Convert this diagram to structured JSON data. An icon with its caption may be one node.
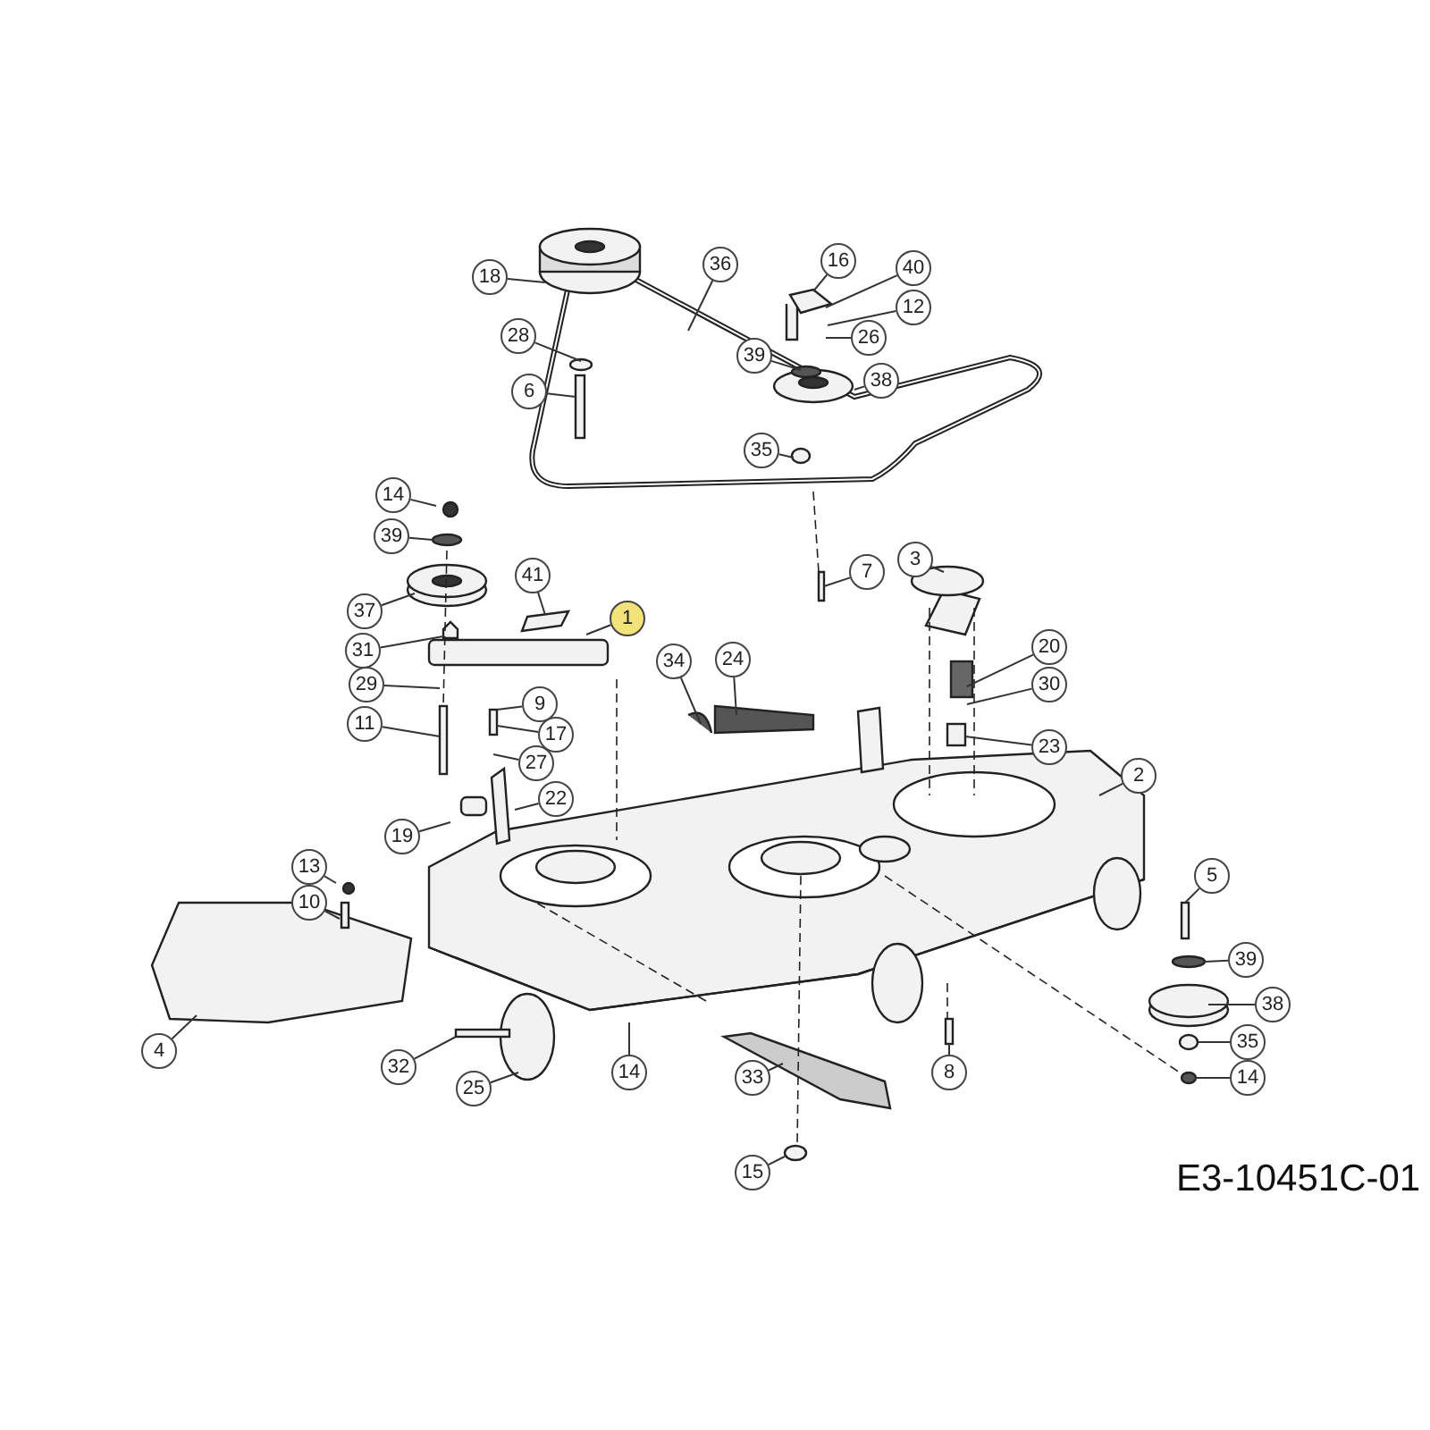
{
  "diagram": {
    "nodes": [
      {
        "text": [
          "18"
        ]
      },
      {
        "text": [
          "36"
        ]
      },
      {
        "text": [
          "16"
        ]
      },
      {
        "text": [
          "40"
        ]
      },
      {
        "text": [
          "12"
        ]
      },
      {
        "text": [
          "28"
        ]
      },
      {
        "text": [
          "26"
        ]
      },
      {
        "text": [
          "39"
        ]
      },
      {
        "text": [
          "38"
        ]
      },
      {
        "text": [
          "6"
        ]
      },
      {
        "text": [
          "35"
        ]
      },
      {
        "text": [
          "14"
        ]
      },
      {
        "text": [
          "39"
        ]
      },
      {
        "text": [
          "7"
        ]
      },
      {
        "text": [
          "3"
        ]
      },
      {
        "text": [
          "37"
        ]
      },
      {
        "text": [
          "41"
        ]
      },
      {
        "text": [
          "1"
        ]
      },
      {
        "text": [
          "31"
        ]
      },
      {
        "text": [
          "20"
        ]
      },
      {
        "text": [
          "34"
        ]
      },
      {
        "text": [
          "24"
        ]
      },
      {
        "text": [
          "30"
        ]
      },
      {
        "text": [
          "29"
        ]
      },
      {
        "text": [
          "9"
        ]
      },
      {
        "text": [
          "11"
        ]
      },
      {
        "text": [
          "17"
        ]
      },
      {
        "text": [
          "23"
        ]
      },
      {
        "text": [
          "27"
        ]
      },
      {
        "text": [
          "22"
        ]
      },
      {
        "text": [
          "2"
        ]
      },
      {
        "text": [
          "19"
        ]
      },
      {
        "text": [
          "13"
        ]
      },
      {
        "text": [
          "5"
        ]
      },
      {
        "text": [
          "10"
        ]
      },
      {
        "text": [
          "39"
        ]
      },
      {
        "text": [
          "38"
        ]
      },
      {
        "text": [
          "35"
        ]
      },
      {
        "text": [
          "4"
        ]
      },
      {
        "text": [
          "32"
        ]
      },
      {
        "text": [
          "14"
        ]
      },
      {
        "text": [
          "33"
        ]
      },
      {
        "text": [
          "8"
        ]
      },
      {
        "text": [
          "14"
        ]
      },
      {
        "text": [
          "25"
        ]
      },
      {
        "text": [
          "15"
        ]
      }
    ],
    "edges": [
      {
        "from": 0,
        "to": null,
        "arrow": "none"
      },
      {
        "from": 1,
        "to": null,
        "arrow": "none"
      },
      {
        "from": 2,
        "to": null,
        "arrow": "none"
      },
      {
        "from": 3,
        "to": null,
        "arrow": "none"
      },
      {
        "from": 4,
        "to": null,
        "arrow": "none"
      },
      {
        "from": 5,
        "to": null,
        "arrow": "none"
      },
      {
        "from": 6,
        "to": null,
        "arrow": "none"
      },
      {
        "from": 7,
        "to": null,
        "arrow": "none"
      },
      {
        "from": 8,
        "to": null,
        "arrow": "none"
      },
      {
        "from": 9,
        "to": null,
        "arrow": "none"
      },
      {
        "from": 10,
        "to": null,
        "arrow": "none"
      },
      {
        "from": 11,
        "to": null,
        "arrow": "none"
      },
      {
        "from": 12,
        "to": null,
        "arrow": "none"
      },
      {
        "from": 13,
        "to": null,
        "arrow": "none"
      },
      {
        "from": 14,
        "to": null,
        "arrow": "none"
      },
      {
        "from": 15,
        "to": null,
        "arrow": "none"
      },
      {
        "from": 16,
        "to": null,
        "arrow": "none"
      },
      {
        "from": 17,
        "to": null,
        "arrow": "none"
      },
      {
        "from": 18,
        "to": null,
        "arrow": "none"
      },
      {
        "from": 19,
        "to": null,
        "arrow": "none"
      },
      {
        "from": 20,
        "to": null,
        "arrow": "none"
      },
      {
        "from": 21,
        "to": null,
        "arrow": "none"
      },
      {
        "from": 22,
        "to": null,
        "arrow": "none"
      },
      {
        "from": 23,
        "to": null,
        "arrow": "none"
      },
      {
        "from": 24,
        "to": null,
        "arrow": "none"
      },
      {
        "from": 25,
        "to": null,
        "arrow": "none"
      },
      {
        "from": 26,
        "to": null,
        "arrow": "none"
      },
      {
        "from": 27,
        "to": null,
        "arrow": "none"
      },
      {
        "from": 28,
        "to": null,
        "arrow": "none"
      },
      {
        "from": 29,
        "to": null,
        "arrow": "none"
      },
      {
        "from": 30,
        "to": null,
        "arrow": "none"
      },
      {
        "from": 31,
        "to": null,
        "arrow": "none"
      },
      {
        "from": 32,
        "to": null,
        "arrow": "none"
      },
      {
        "from": 33,
        "to": null,
        "arrow": "none"
      },
      {
        "from": 34,
        "to": null,
        "arrow": "none"
      },
      {
        "from": 35,
        "to": null,
        "arrow": "none"
      },
      {
        "from": 36,
        "to": null,
        "arrow": "none"
      },
      {
        "from": 37,
        "to": null,
        "arrow": "none"
      },
      {
        "from": 38,
        "to": null,
        "arrow": "none"
      },
      {
        "from": 39,
        "to": null,
        "arrow": "none"
      },
      {
        "from": 40,
        "to": null,
        "arrow": "none"
      },
      {
        "from": 41,
        "to": null,
        "arrow": "none"
      },
      {
        "from": 42,
        "to": null,
        "arrow": "none"
      },
      {
        "from": 43,
        "to": null,
        "arrow": "none"
      },
      {
        "from": 44,
        "to": null,
        "arrow": "none"
      },
      {
        "from": 45,
        "to": null,
        "arrow": "none"
      }
    ],
    "labels": [
      "E3-10451C-01"
    ]
  }
}
